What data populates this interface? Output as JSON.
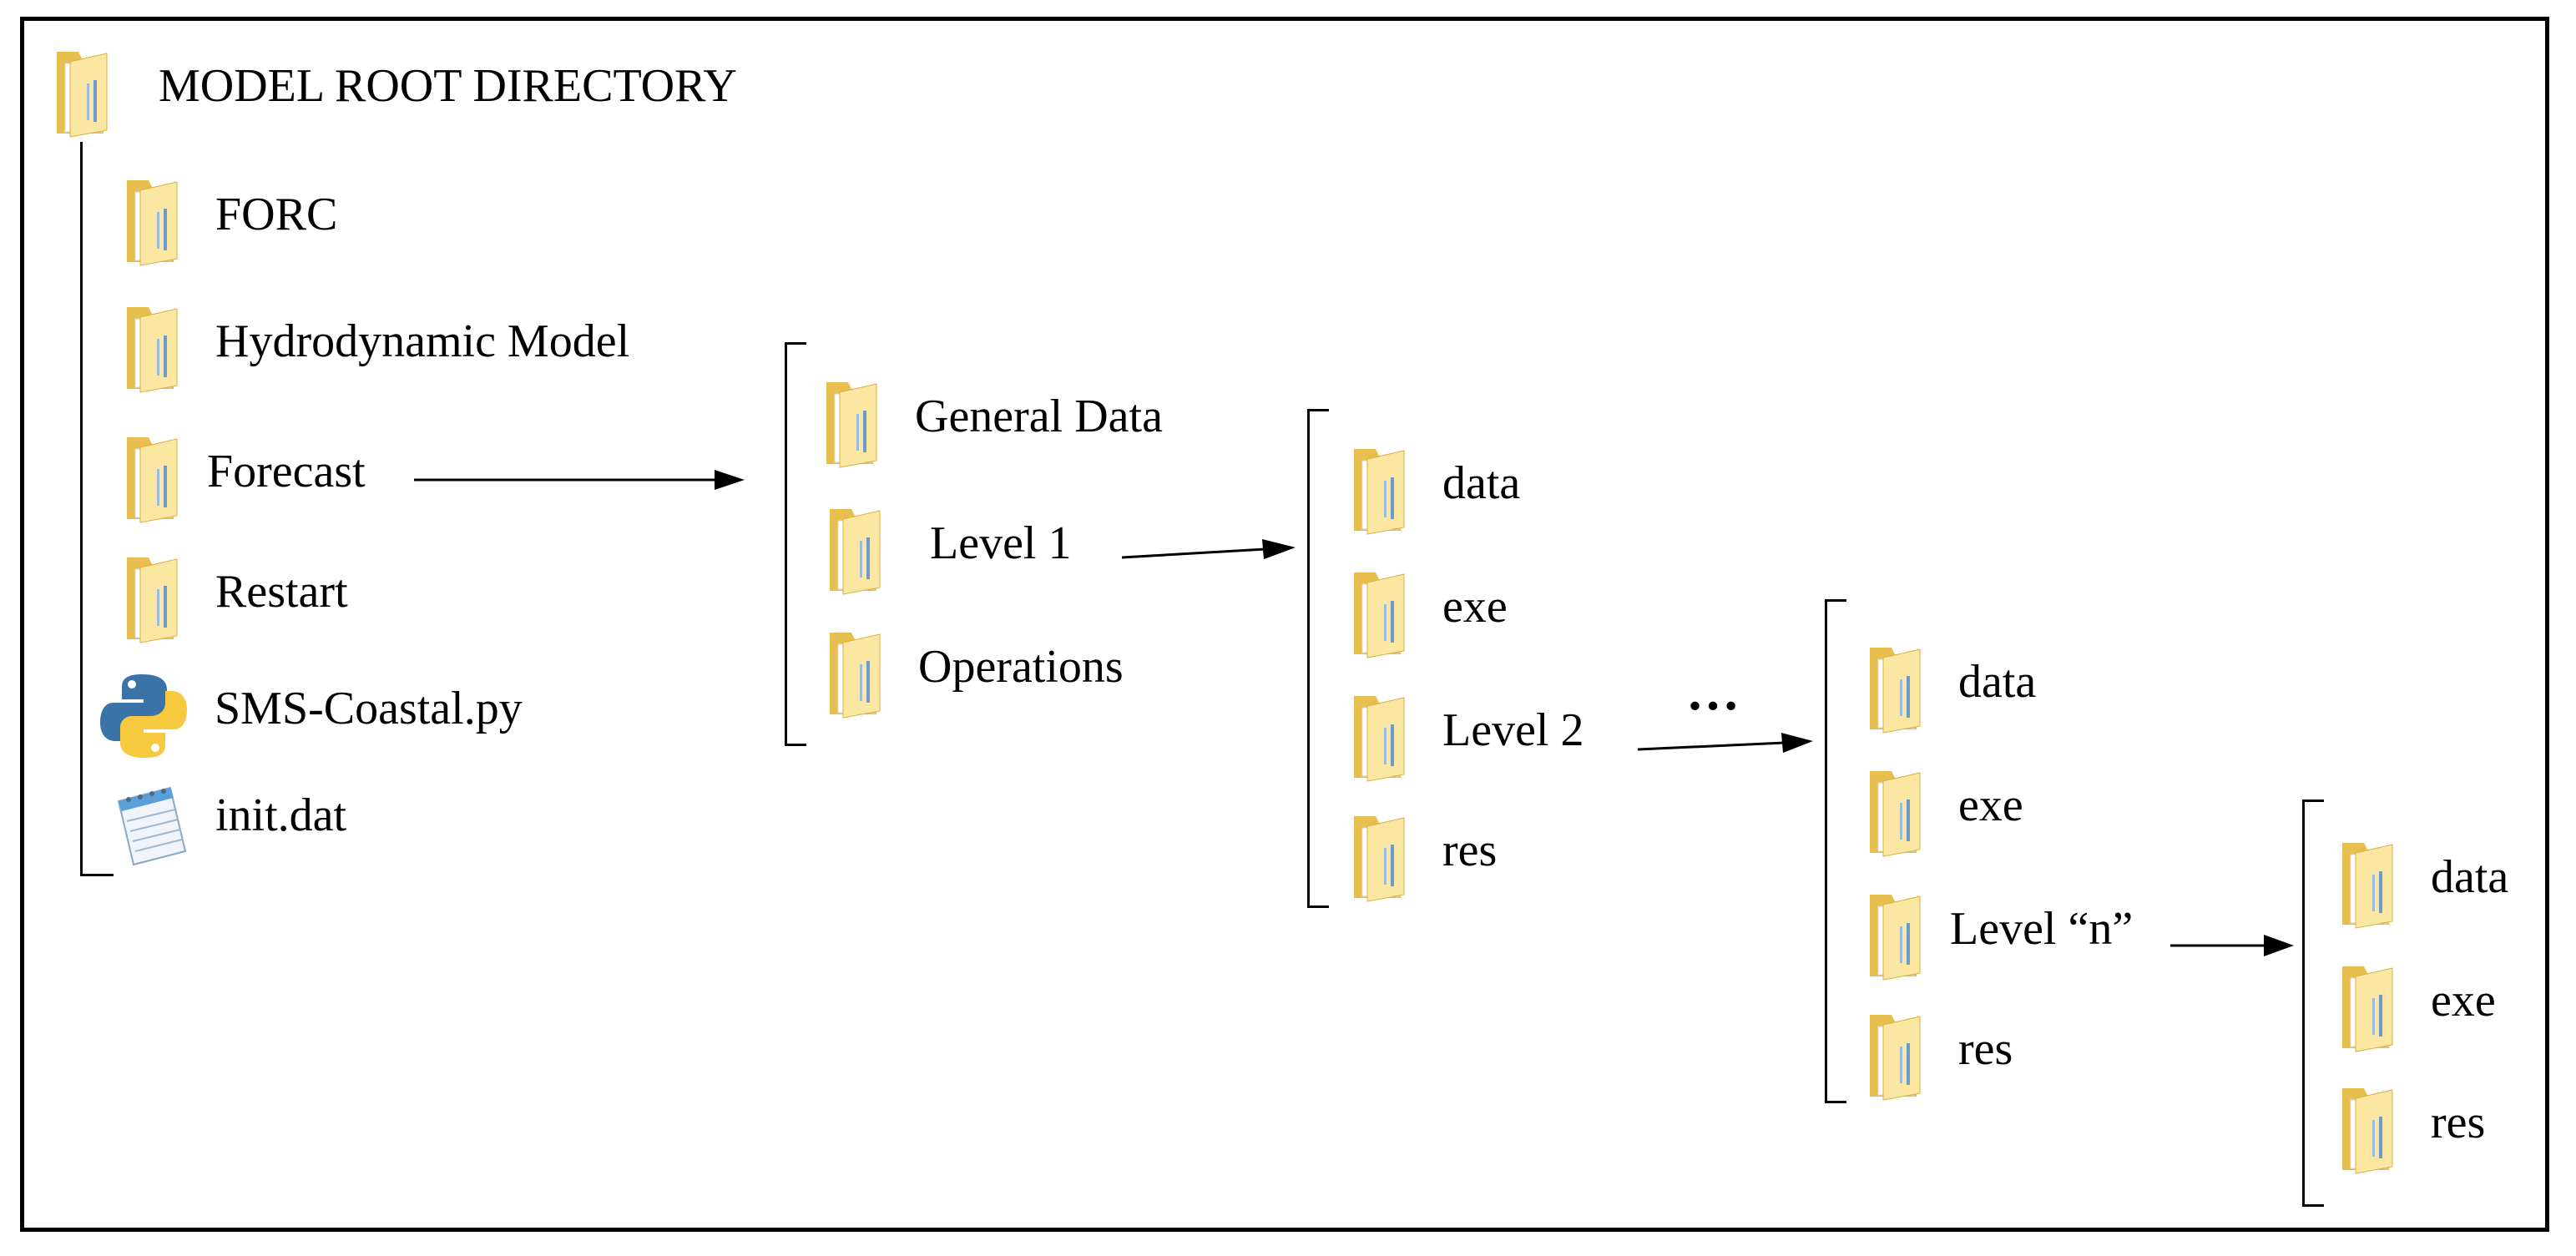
{
  "root": {
    "label": "MODEL ROOT DIRECTORY",
    "icon": "folder-icon"
  },
  "root_items": [
    {
      "label": "FORC",
      "icon": "folder-icon"
    },
    {
      "label": "Hydrodynamic Model",
      "icon": "folder-icon"
    },
    {
      "label": "Forecast",
      "icon": "folder-icon"
    },
    {
      "label": "Restart",
      "icon": "folder-icon"
    },
    {
      "label": "SMS-Coastal.py",
      "icon": "python-icon"
    },
    {
      "label": "init.dat",
      "icon": "notepad-icon"
    }
  ],
  "forecast_items": [
    {
      "label": "General Data",
      "icon": "folder-icon"
    },
    {
      "label": "Level 1",
      "icon": "folder-icon"
    },
    {
      "label": "Operations",
      "icon": "folder-icon"
    }
  ],
  "level1_items": [
    {
      "label": "data",
      "icon": "folder-icon"
    },
    {
      "label": "exe",
      "icon": "folder-icon"
    },
    {
      "label": "Level 2",
      "icon": "folder-icon"
    },
    {
      "label": "res",
      "icon": "folder-icon"
    }
  ],
  "ellipsis": "…",
  "level2_items": [
    {
      "label": "data",
      "icon": "folder-icon"
    },
    {
      "label": "exe",
      "icon": "folder-icon"
    },
    {
      "label": "Level “n”",
      "icon": "folder-icon"
    },
    {
      "label": "res",
      "icon": "folder-icon"
    }
  ],
  "leveln_items": [
    {
      "label": "data",
      "icon": "folder-icon"
    },
    {
      "label": "exe",
      "icon": "folder-icon"
    },
    {
      "label": "res",
      "icon": "folder-icon"
    }
  ],
  "colors": {
    "folder_light": "#fbe7a1",
    "folder_dark": "#e7bf4e",
    "stroke": "#000000"
  }
}
